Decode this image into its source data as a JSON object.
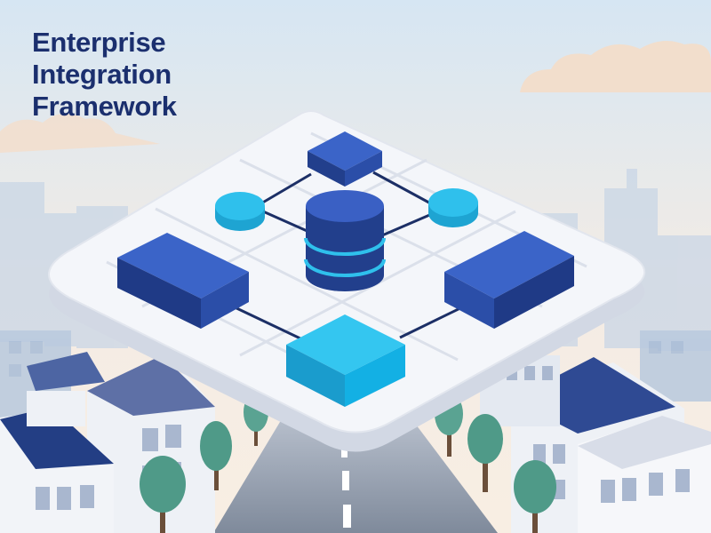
{
  "title": {
    "lines": [
      "Enterprise",
      "Integration",
      "Framework"
    ]
  },
  "colors": {
    "sky_top": "#dbe8f3",
    "sky_bottom": "#f7ebe0",
    "title": "#1b2f6e",
    "platform": "#f3f5f9",
    "platform_edge": "#d9dde6",
    "node_dark": "#2e56b6",
    "node_light": "#21b5e4",
    "link": "#1c2f66",
    "building_roof": "#3a4f92",
    "tree": "#4f9a88",
    "road": "#8f99a8"
  },
  "icons": [
    "database-icon",
    "server-node-icon",
    "cloud-node-icon",
    "gateway-node-icon",
    "building-icon",
    "tree-icon"
  ]
}
